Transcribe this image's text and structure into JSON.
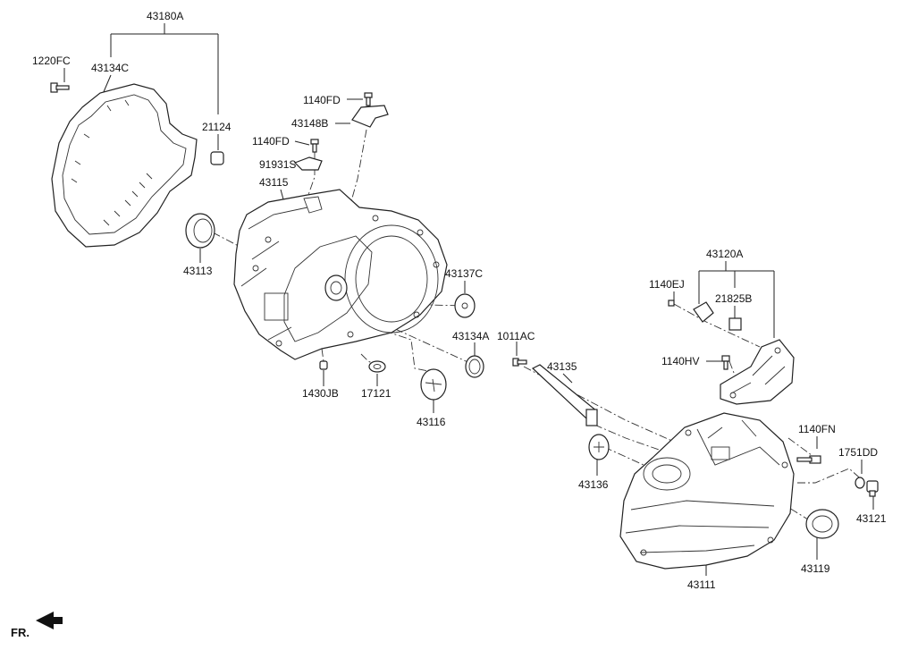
{
  "diagram": {
    "labels": {
      "p43180A": "43180A",
      "p1220FC": "1220FC",
      "p43134C": "43134C",
      "p21124": "21124",
      "p1140FD_a": "1140FD",
      "p43148B": "43148B",
      "p1140FD_b": "1140FD",
      "p91931S": "91931S",
      "p43115": "43115",
      "p43113": "43113",
      "p43137C": "43137C",
      "p43134A": "43134A",
      "p1011AC": "1011AC",
      "p43135": "43135",
      "p1430JB": "1430JB",
      "p17121": "17121",
      "p43116": "43116",
      "p43120A": "43120A",
      "p1140EJ": "1140EJ",
      "p21825B": "21825B",
      "p1140HV": "1140HV",
      "p1140FN": "1140FN",
      "p1751DD": "1751DD",
      "p43136": "43136",
      "p43121": "43121",
      "p43119": "43119",
      "p43111": "43111"
    },
    "direction": "FR."
  }
}
